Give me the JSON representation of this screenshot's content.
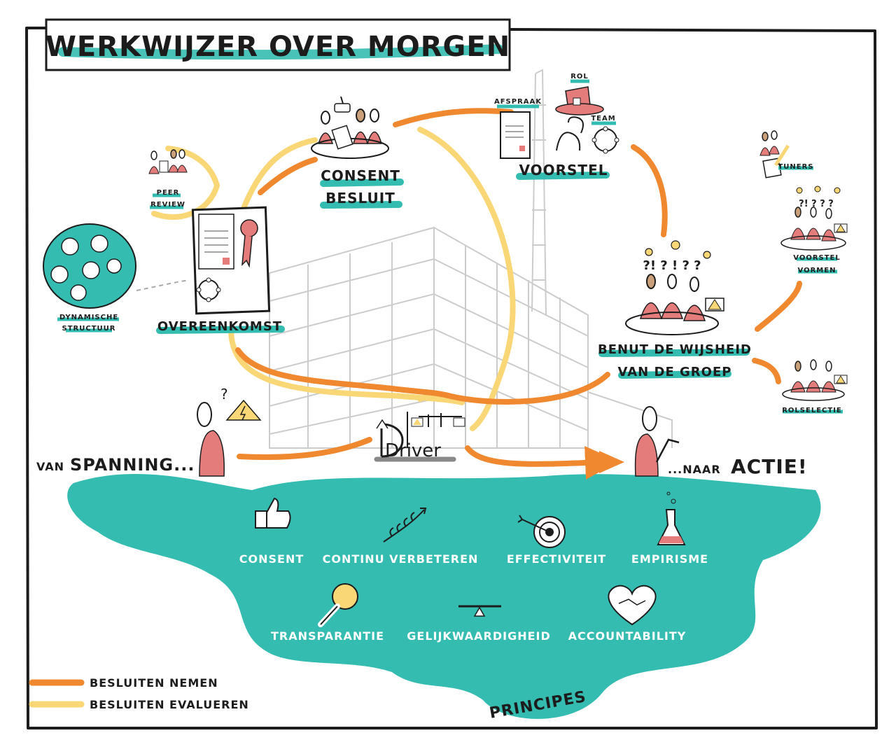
{
  "title": "WERKWIJZER OVER MORGEN",
  "colors": {
    "orange": "#F0882F",
    "yellow": "#F9D777",
    "teal": "#35BCB0",
    "pink": "#E57C7C",
    "ink": "#1c1c1c",
    "building": "#cccccc"
  },
  "nodes": {
    "consent_besluit": [
      "CONSENT",
      "BESLUIT"
    ],
    "voorstel": "VOORSTEL",
    "afspraak": "AFSPRAAK",
    "rol": "ROL",
    "team": "TEAM",
    "peer_review": [
      "PEER",
      "REVIEW"
    ],
    "overeenkomst": "OVEREENKOMST",
    "dynamische_structuur": [
      "DYNAMISCHE",
      "STRUCTUUR"
    ],
    "benut_wijsheid": [
      "BENUT DE WIJSHEID",
      "VAN DE GROEP"
    ],
    "tuners": "TUNERS",
    "voorstel_vormen": [
      "VOORSTEL",
      "VORMEN"
    ],
    "rolselectie": "ROLSELECTIE",
    "driver": "Driver",
    "van": "VAN",
    "spanning": "SPANNING...",
    "naar": "...NAAR",
    "actie": "ACTIE!"
  },
  "principles": [
    {
      "label": "CONSENT",
      "icon": "thumbs-up-icon"
    },
    {
      "label": "CONTINU VERBETEREN",
      "icon": "growth-arrow-icon"
    },
    {
      "label": "EFFECTIVITEIT",
      "icon": "target-icon"
    },
    {
      "label": "EMPIRISME",
      "icon": "flask-icon"
    },
    {
      "label": "TRANSPARANTIE",
      "icon": "magnifier-icon"
    },
    {
      "label": "GELIJKWAARDIGHEID",
      "icon": "balance-icon"
    },
    {
      "label": "ACCOUNTABILITY",
      "icon": "heart-handshake-icon"
    }
  ],
  "principles_title": "PRINCIPES",
  "legend": [
    {
      "label": "BESLUITEN NEMEN",
      "color": "#F0882F"
    },
    {
      "label": "BESLUITEN EVALUEREN",
      "color": "#F9D777"
    }
  ]
}
